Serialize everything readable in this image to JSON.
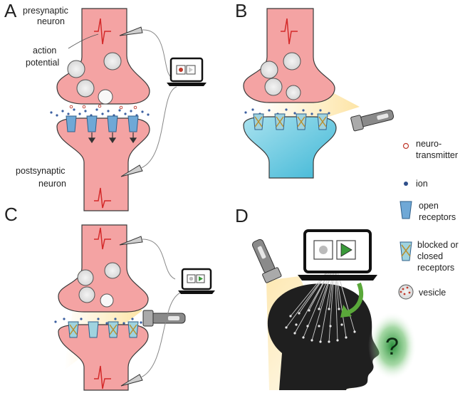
{
  "panels": {
    "a": {
      "letter": "A"
    },
    "b": {
      "letter": "B"
    },
    "c": {
      "letter": "C"
    },
    "d": {
      "letter": "D"
    }
  },
  "labels": {
    "presynaptic_1": "presynaptic",
    "presynaptic_2": "neuron",
    "action_1": "action",
    "action_2": "potential",
    "postsynaptic_1": "postsynaptic",
    "postsynaptic_2": "neuron",
    "question": "?"
  },
  "legend": {
    "neurotransmitter_1": "neuro-",
    "neurotransmitter_2": "transmitter",
    "ion": "ion",
    "open_1": "open",
    "open_2": "receptors",
    "blocked_1": "blocked or",
    "blocked_2": "closed",
    "blocked_3": "receptors",
    "vesicle": "vesicle"
  },
  "colors": {
    "neuron_red": "#f08a8a",
    "neuron_blue": "#4fc3dd",
    "receptor_blue": "#6fa8d6",
    "light_beam": "#fbe3a8",
    "arrow_green": "#5aa83a",
    "head_dark": "#1f1f1f"
  }
}
